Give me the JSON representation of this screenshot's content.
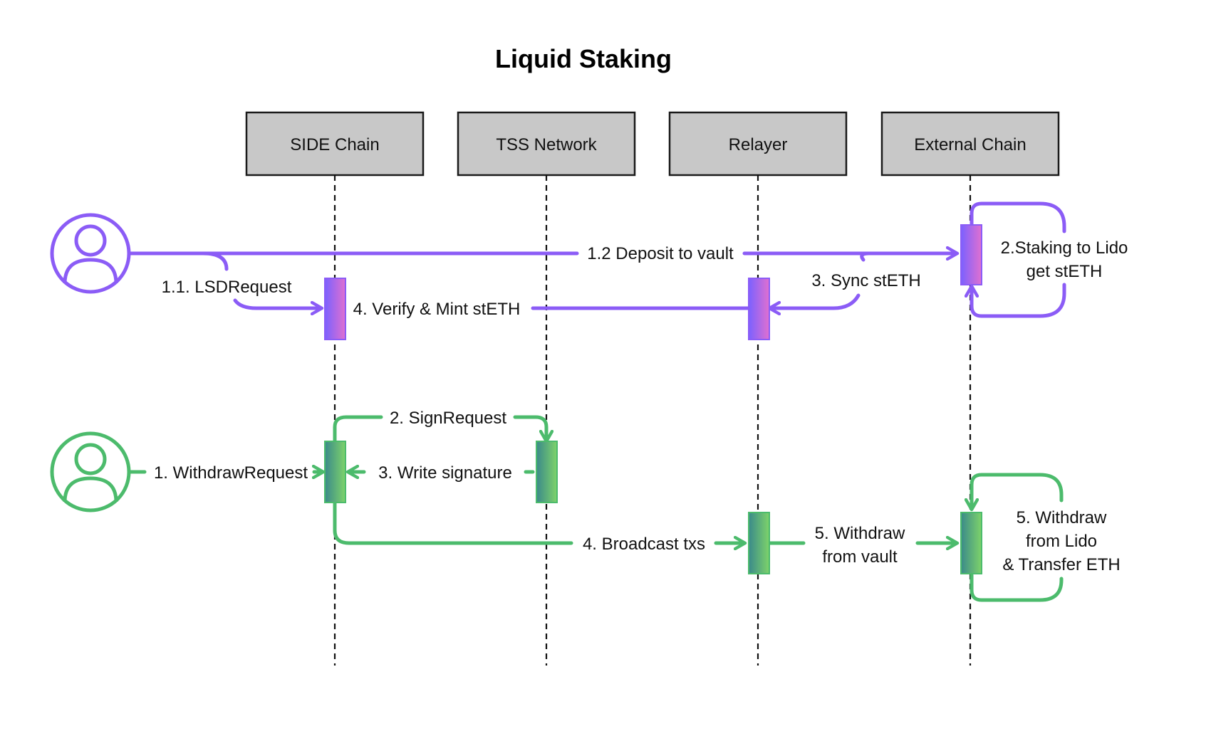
{
  "title": "Liquid Staking",
  "colors": {
    "staking_flow": "#8b5cf6",
    "staking_gradient": [
      "#7b61ff",
      "#e070d0"
    ],
    "withdraw_flow": "#4cbb6c",
    "withdraw_gradient": [
      "#3a8a8a",
      "#7ed36a"
    ],
    "lane_box": "#c8c8c8"
  },
  "participants": [
    {
      "name": "SIDE Chain"
    },
    {
      "name": "TSS Network"
    },
    {
      "name": "Relayer"
    },
    {
      "name": "External Chain"
    }
  ],
  "actors": [
    {
      "icon": "user-icon",
      "flow": "staking"
    },
    {
      "icon": "user-icon",
      "flow": "withdraw"
    }
  ],
  "staking_messages": {
    "lsd_request": "1.1. LSDRequest",
    "deposit": "1.2 Deposit to vault",
    "staking_line1": "2.Staking to Lido",
    "staking_line2": "get stETH",
    "sync": "3. Sync stETH",
    "verify_mint": "4. Verify & Mint stETH"
  },
  "withdraw_messages": {
    "withdraw_request": "1. WithdrawRequest",
    "sign_request": "2. SignRequest",
    "write_signature": "3. Write  signature",
    "broadcast": "4. Broadcast txs",
    "withdraw_vault_line1": "5. Withdraw",
    "withdraw_vault_line2": "from vault",
    "withdraw_lido_line1": "5. Withdraw",
    "withdraw_lido_line2": "from Lido",
    "withdraw_lido_line3": "& Transfer ETH"
  }
}
